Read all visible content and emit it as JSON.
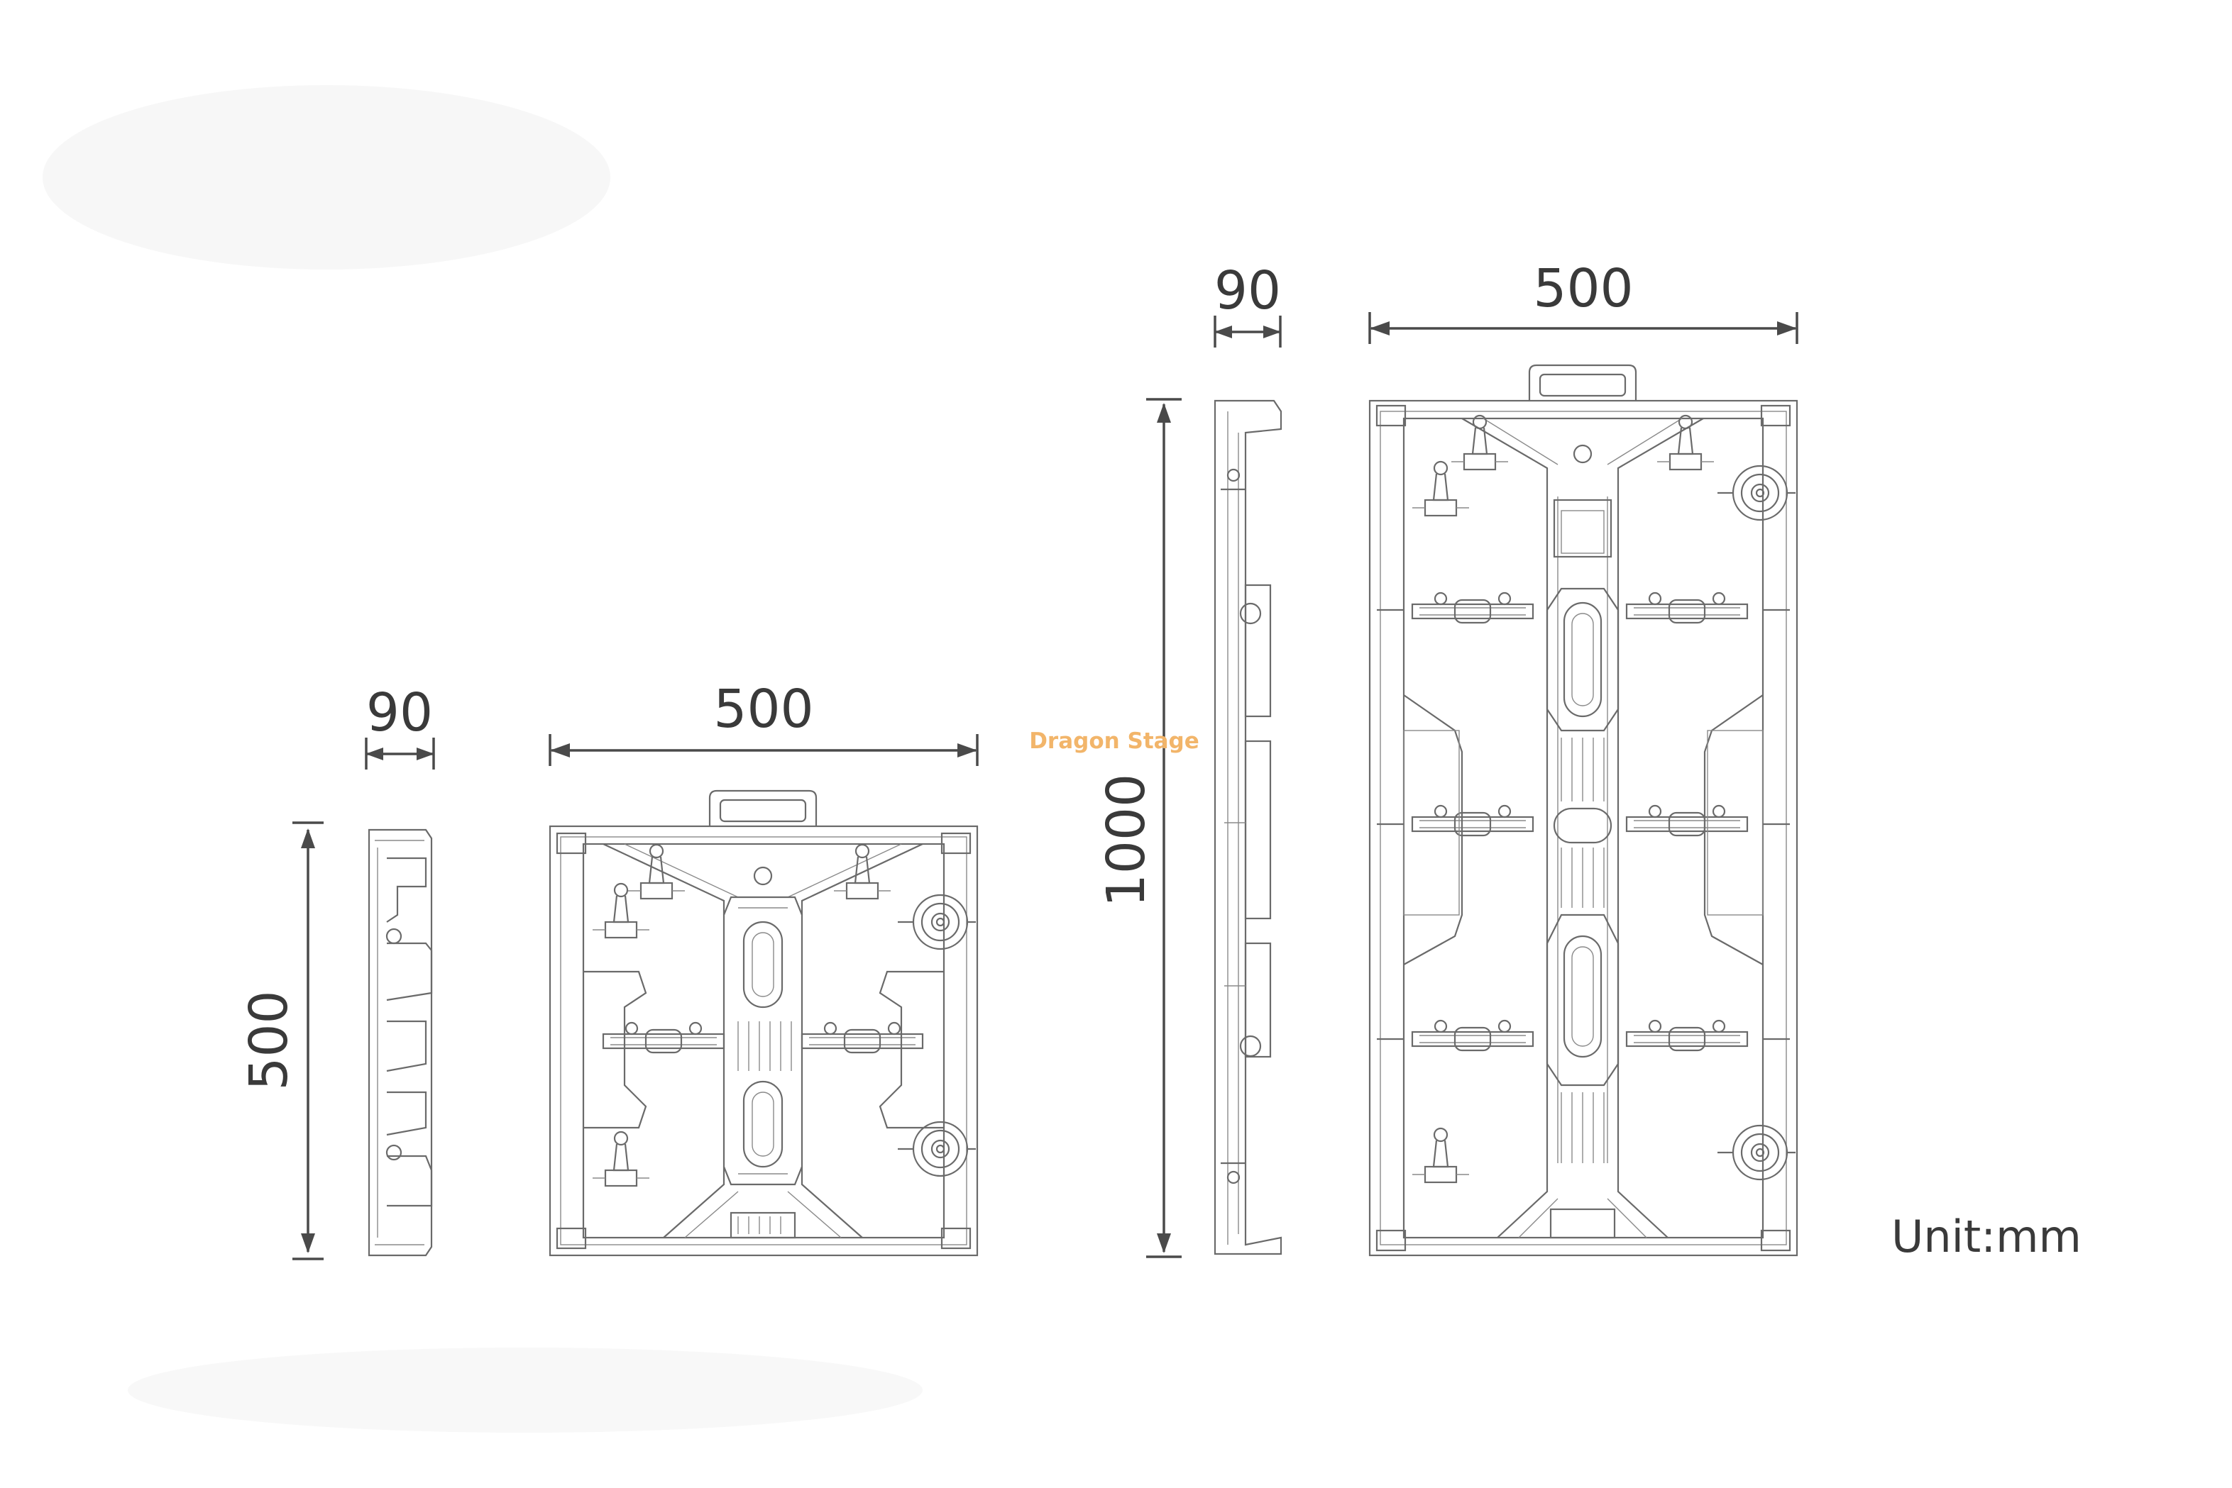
{
  "small_panel": {
    "depth_label": "90",
    "width_label": "500",
    "height_label": "500"
  },
  "large_panel": {
    "depth_label": "90",
    "width_label": "500",
    "height_label": "1000"
  },
  "unit_label": "Unit:mm",
  "watermark": "Dragon Stage"
}
